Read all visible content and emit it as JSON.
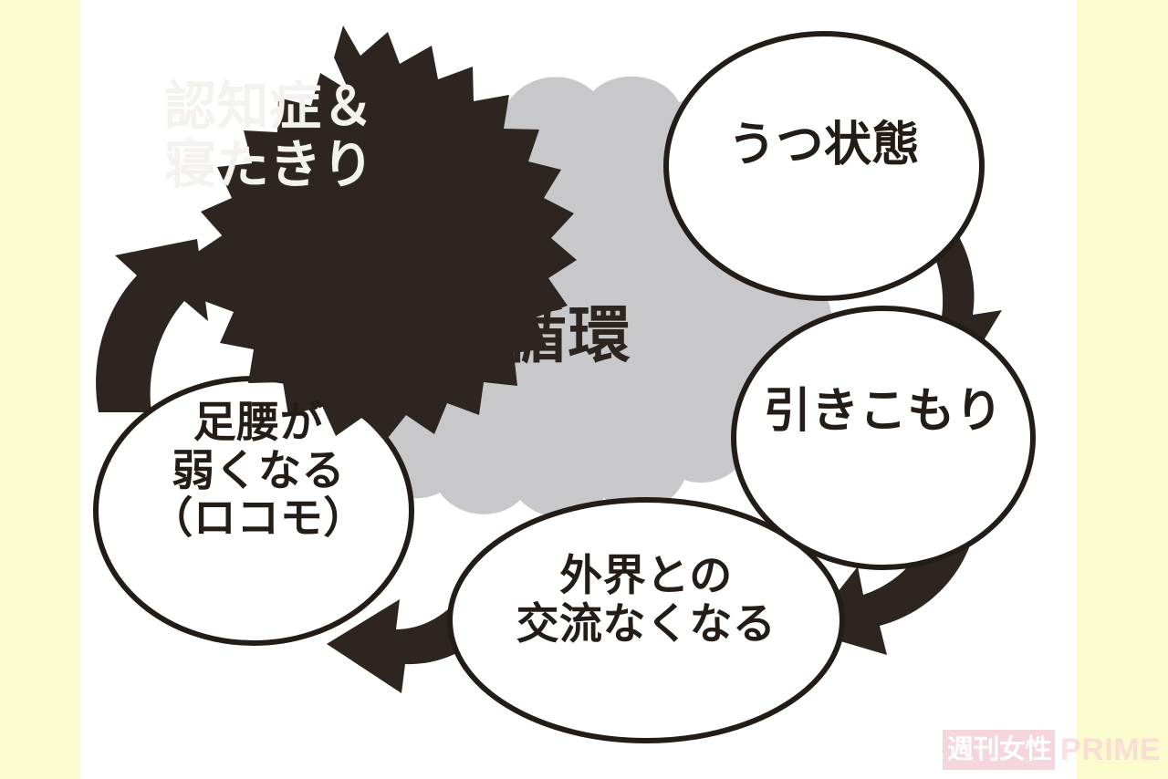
{
  "figure": {
    "center_label": "悪循環",
    "background_color": "#ffffff",
    "band_color": "#fbfbcd",
    "blob_color": "#c8c8cb",
    "ink_color": "#2e2520"
  },
  "nodes": [
    {
      "id": "dementia",
      "shape": "starburst",
      "lines": "認知症＆\n寝たきり",
      "fill": "#2e2520",
      "text_color": "#f4f2ef"
    },
    {
      "id": "depression",
      "shape": "ellipse",
      "lines": "うつ状態",
      "fill": "#ffffff",
      "text_color": "#241c17"
    },
    {
      "id": "withdrawal",
      "shape": "ellipse",
      "lines": "引きこもり",
      "fill": "#ffffff",
      "text_color": "#241c17"
    },
    {
      "id": "no-contact",
      "shape": "ellipse",
      "lines": "外界との\n交流なくなる",
      "fill": "#ffffff",
      "text_color": "#241c17"
    },
    {
      "id": "weak-legs",
      "shape": "ellipse",
      "lines": "足腰が\n弱くなる\n（ロコモ）",
      "fill": "#ffffff",
      "text_color": "#241c17"
    }
  ],
  "arrows": [
    {
      "id": "depression-to-withdrawal",
      "from": "depression",
      "to": "withdrawal",
      "direction": "down-right"
    },
    {
      "id": "withdrawal-to-no-contact",
      "from": "withdrawal",
      "to": "no-contact",
      "direction": "down-left"
    },
    {
      "id": "no-contact-to-weak-legs",
      "from": "no-contact",
      "to": "weak-legs",
      "direction": "left"
    },
    {
      "id": "weak-legs-to-dementia",
      "from": "weak-legs",
      "to": "dementia",
      "direction": "up-right"
    }
  ],
  "watermark": {
    "jp": "週刊女性",
    "en": "PRIME",
    "jp_color": "#f2c7cf",
    "en_color": "#f7d4d8"
  },
  "chart_data": {
    "type": "diagram",
    "title": "悪循環",
    "cycle": [
      "うつ状態",
      "引きこもり",
      "外界との交流なくなる",
      "足腰が弱くなる（ロコモ）",
      "認知症＆寝たきり"
    ],
    "edges": [
      {
        "from": "うつ状態",
        "to": "引きこもり"
      },
      {
        "from": "引きこもり",
        "to": "外界との交流なくなる"
      },
      {
        "from": "外界との交流なくなる",
        "to": "足腰が弱くなる（ロコモ）"
      },
      {
        "from": "足腰が弱くなる（ロコモ）",
        "to": "認知症＆寝たきり"
      }
    ],
    "outcome": "認知症＆寝たきり"
  }
}
